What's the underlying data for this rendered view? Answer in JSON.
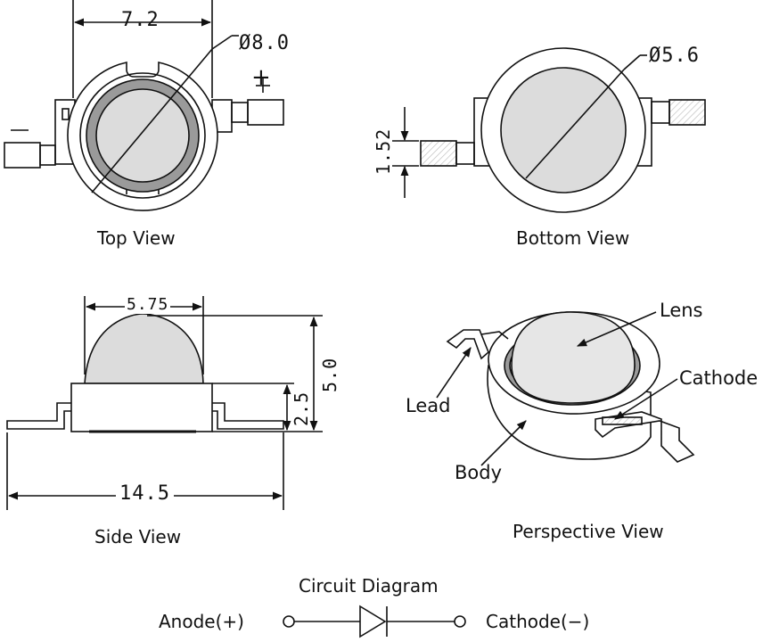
{
  "views": {
    "top": {
      "label": "Top View",
      "width_dim": "7.2",
      "diameter_dim": "Ø8.0",
      "plus_sign": "+",
      "minus_sign": "—"
    },
    "bottom": {
      "label": "Bottom View",
      "diameter_dim": "Ø5.6",
      "lead_dim": "1.52"
    },
    "side": {
      "label": "Side View",
      "lens_width_dim": "5.75",
      "total_height_dim": "5.0",
      "body_height_dim": "2.5",
      "total_length_dim": "14.5"
    },
    "perspective": {
      "label": "Perspective View",
      "callouts": {
        "lens": "Lens",
        "cathode": "Cathode",
        "lead": "Lead",
        "body": "Body"
      }
    }
  },
  "circuit": {
    "title": "Circuit Diagram",
    "anode": "Anode(+)",
    "cathode": "Cathode(−)"
  },
  "colors": {
    "line": "#111111",
    "lens_fill": "#d9d9d9",
    "ring_fill": "#9a9a9a",
    "hatch": "#cccccc"
  }
}
